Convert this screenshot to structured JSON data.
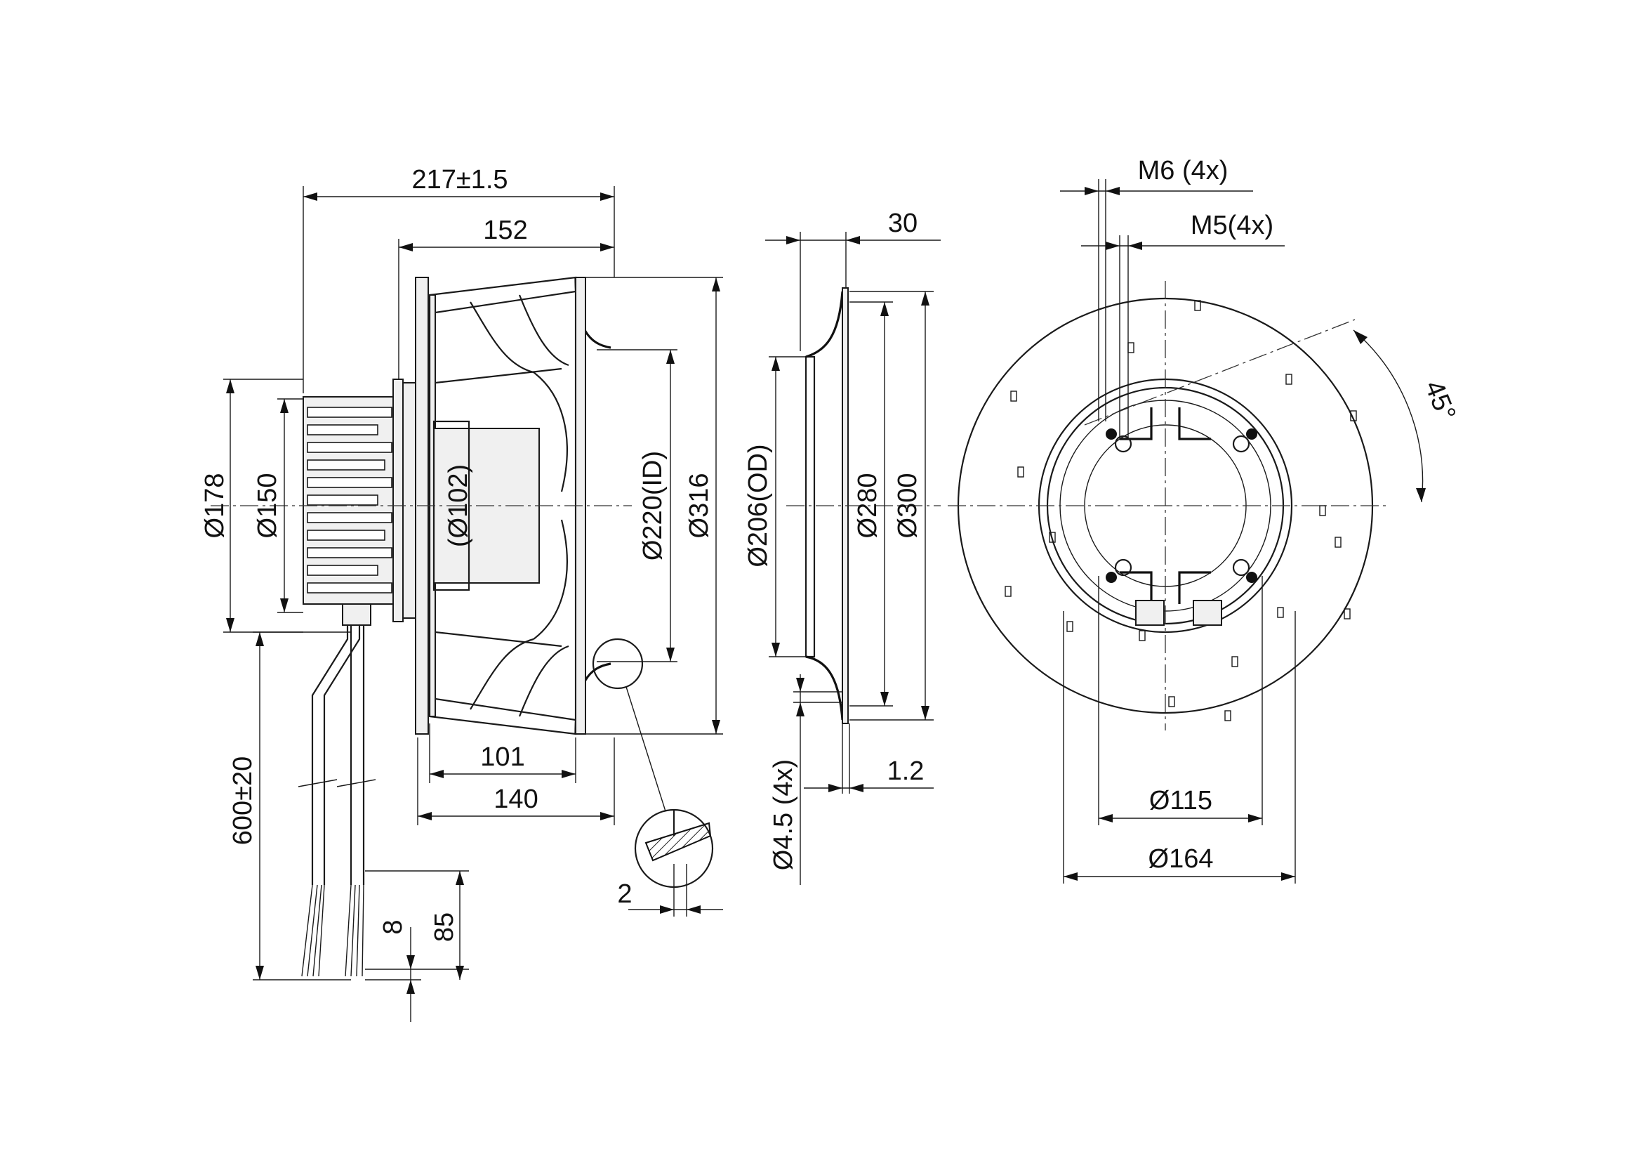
{
  "side_view": {
    "overall_length": "217±1.5",
    "length_152": "152",
    "dia_178": "Ø178",
    "dia_150": "Ø150",
    "dia_102": "(Ø102)",
    "dia_220_id": "Ø220(ID)",
    "dia_316": "Ø316",
    "length_101": "101",
    "length_140": "140",
    "cable_length": "600±20",
    "strip_8": "8",
    "strip_85": "85",
    "detail_2": "2"
  },
  "inlet_ring": {
    "width_30": "30",
    "dia_206_od": "Ø206(OD)",
    "dia_280": "Ø280",
    "dia_300": "Ø300",
    "holes": "Ø4.5 (4x)",
    "thickness": "1.2"
  },
  "front_view": {
    "thread_m6": "M6 (4x)",
    "thread_m5": "M5(4x)",
    "angle": "45°",
    "dia_115": "Ø115",
    "dia_164": "Ø164"
  }
}
